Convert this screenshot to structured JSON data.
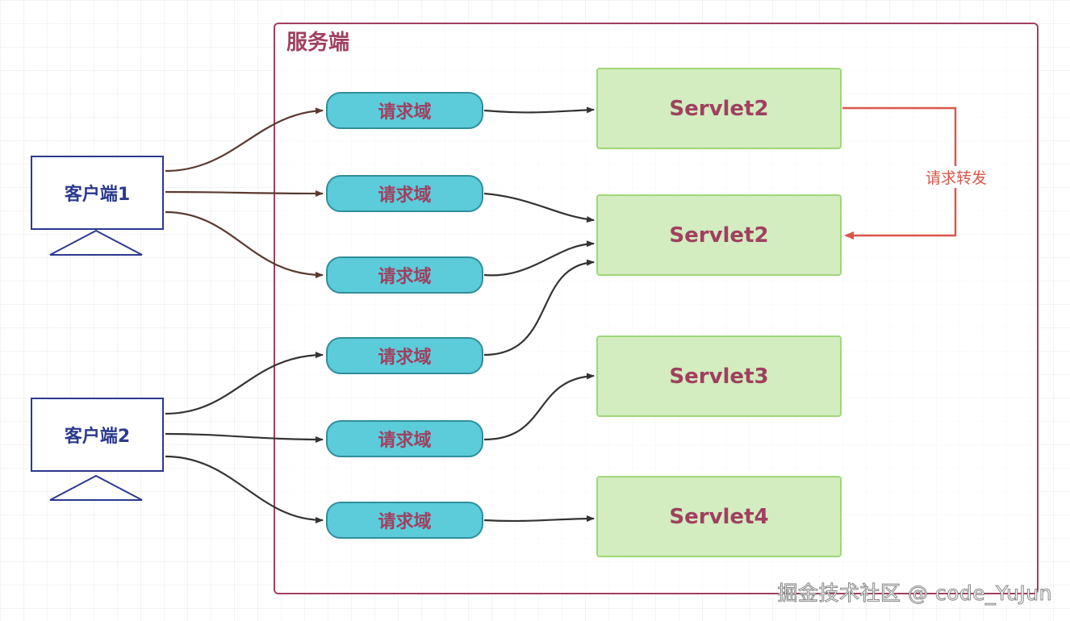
{
  "server": {
    "title": "服务端"
  },
  "clients": [
    {
      "label": "客户端1"
    },
    {
      "label": "客户端2"
    }
  ],
  "request_domains": [
    {
      "label": "请求域"
    },
    {
      "label": "请求域"
    },
    {
      "label": "请求域"
    },
    {
      "label": "请求域"
    },
    {
      "label": "请求域"
    },
    {
      "label": "请求域"
    }
  ],
  "servlets": [
    {
      "label": "Servlet2"
    },
    {
      "label": "Servlet2"
    },
    {
      "label": "Servlet3"
    },
    {
      "label": "Servlet4"
    }
  ],
  "forward": {
    "label": "请求转发",
    "color": "#d9574a"
  },
  "watermark": "掘金技术社区 @ code_YuJun",
  "colors": {
    "server_border": "#a0405f",
    "client_border": "#2b3a8f",
    "request_fill": "#5ccbda",
    "servlet_fill": "#d3ecc0",
    "servlet_border": "#9fd878",
    "arrow": "#333333"
  }
}
